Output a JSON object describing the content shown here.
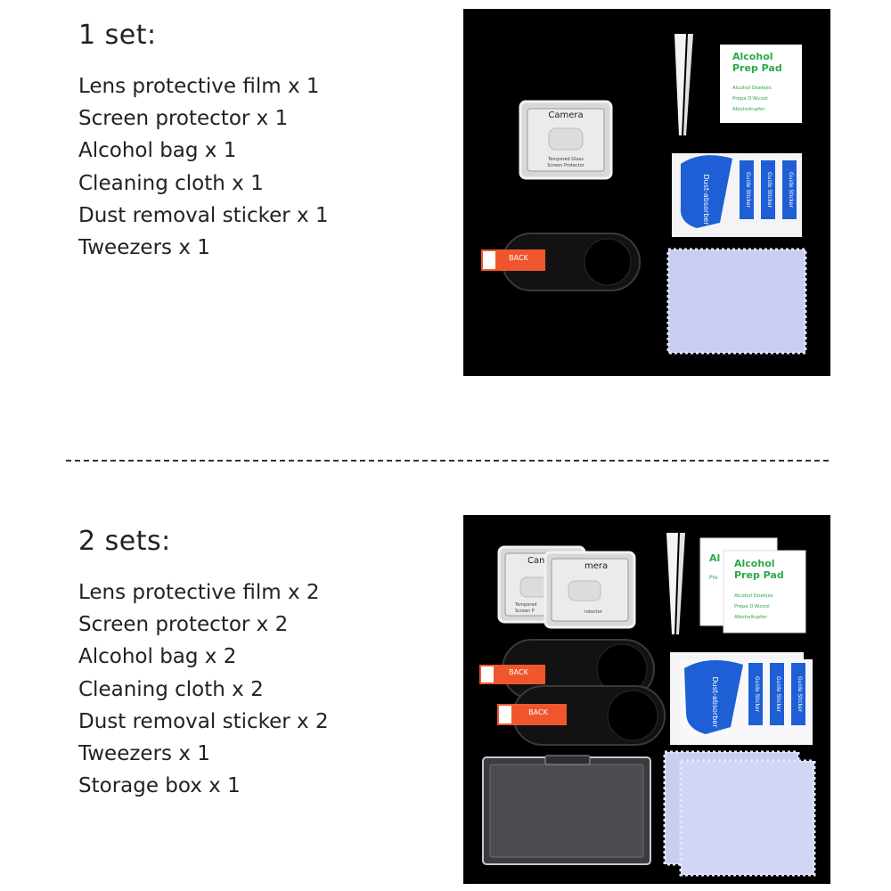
{
  "set1": {
    "title": "1 set:",
    "items": [
      "Lens protective film x 1",
      "Screen protector x 1",
      "Alcohol bag x 1",
      "Cleaning cloth x 1",
      "Dust removal sticker x 1",
      "Tweezers x 1"
    ]
  },
  "set2": {
    "title": "2 sets:",
    "items": [
      "Lens protective film x 2",
      "Screen protector x 2",
      "Alcohol bag x 2",
      "Cleaning cloth x 2",
      "Dust removal sticker x 2",
      "Tweezers x 1",
      "Storage box x 1"
    ]
  },
  "product": {
    "camera_label": "Camera",
    "camera_label_partial": "Cam",
    "camera_label_partial2": "mera",
    "tempered_glass": "Tempered Glass",
    "screen_protector": "Screen Protector",
    "tempered_glass_partial": "Tempered",
    "screen_protector_partial": "Screen P",
    "screen_protector_partial2": "rotector",
    "back_label": "BACK",
    "alcohol_line1": "Alcohol",
    "alcohol_line2": "Prep Pad",
    "alcohol_line3": "Alcohol Doekjes",
    "alcohol_line4": "Prepa D'Alcool",
    "alcohol_line5": "Alkoholtupfer",
    "dust_absorber": "Dust-absorber",
    "guide_sticker": "Guide Sticker"
  },
  "colors": {
    "photo_bg": "#000000",
    "alcohol_green": "#2aa84a",
    "sticker_blue": "#1f5fd6",
    "back_orange": "#f0562e",
    "cloth_lavender": "#c9cdf0"
  }
}
